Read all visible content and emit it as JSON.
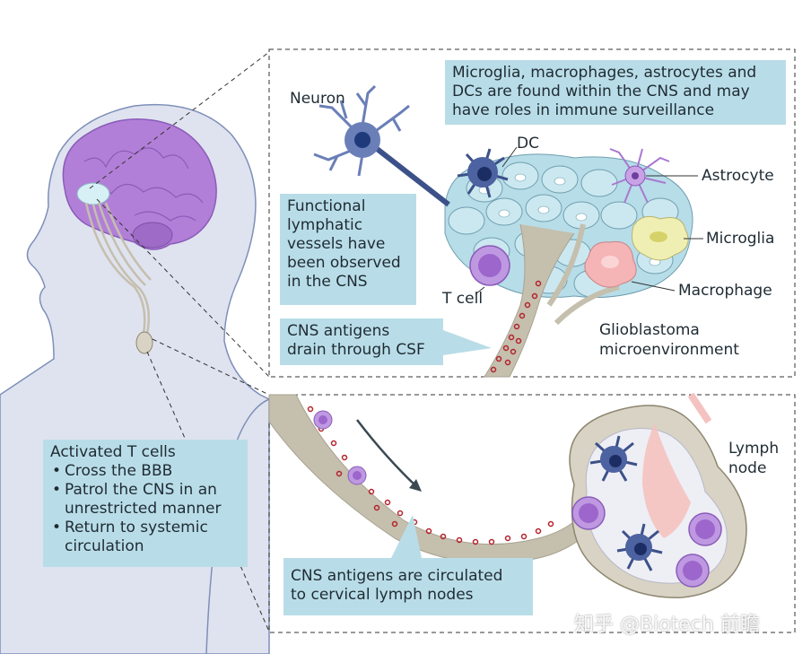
{
  "labels": {
    "neuron": "Neuron",
    "dc": "DC",
    "astrocyte": "Astrocyte",
    "microglia": "Microglia",
    "macrophage": "Macrophage",
    "t_cell": "T cell",
    "glioblastoma_line1": "Glioblastoma",
    "glioblastoma_line2": "microenvironment",
    "lymph_node_line1": "Lymph",
    "lymph_node_line2": "node"
  },
  "boxes": {
    "immune_surveillance": [
      "Microglia, macrophages, astrocytes and",
      "DCs are found within the CNS and may",
      "have roles in immune surveillance"
    ],
    "lymphatic_vessels": [
      "Functional",
      "lymphatic",
      "vessels have",
      "been observed",
      "in the CNS"
    ],
    "csf_drain": [
      "CNS antigens",
      "drain through CSF"
    ],
    "activated_t_cells": {
      "title": "Activated T cells",
      "items": [
        [
          "Cross the BBB"
        ],
        [
          "Patrol the CNS in an",
          "unrestricted manner"
        ],
        [
          "Return to systemic",
          "circulation"
        ]
      ]
    },
    "lymph_circulation": [
      "CNS antigens are circulated",
      "to cervical lymph nodes"
    ]
  },
  "watermark": "知乎 @Biotech 前瞻",
  "colors": {
    "head_fill": "#dfe3ef",
    "head_outline": "#7e8fb8",
    "brain": "#b27fd8",
    "callout_box": "#b9dde8",
    "vessel": "#c5bfae",
    "antigen_dot": "#b3232d",
    "t_cell": "#a06fd0",
    "dc": "#3c5189",
    "astrocyte": "#a978d0",
    "microglia": "#f0efb3",
    "macrophage": "#f5b4b6"
  }
}
